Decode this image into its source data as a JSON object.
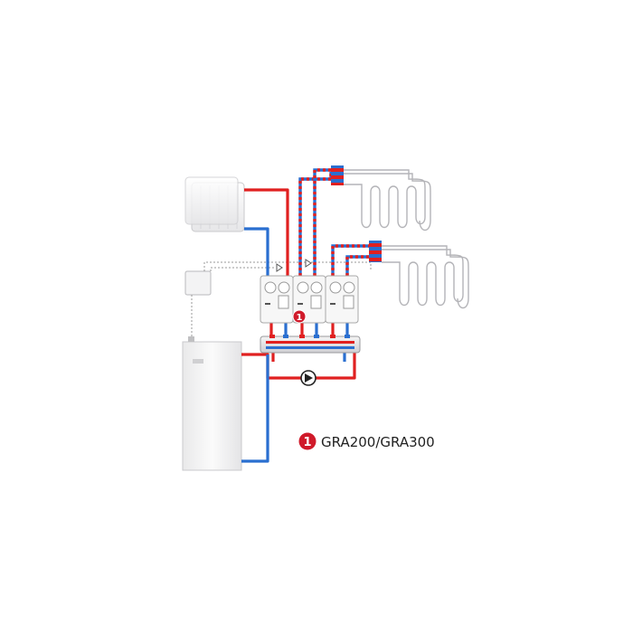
{
  "colors": {
    "supply": "#e02020",
    "return": "#2a6fd0",
    "badge": "#d01a2a",
    "outline": "#a8a8a8",
    "equipment_fill": "#f6f6f6"
  },
  "legend": {
    "badge_number": "1",
    "label": "GRA200/GRA300"
  },
  "module_badge": {
    "number": "1"
  },
  "icons": [
    "radiator-icon",
    "boiler-icon",
    "room-thermostat-icon",
    "pump-icon",
    "underfloor-loop-icon"
  ]
}
